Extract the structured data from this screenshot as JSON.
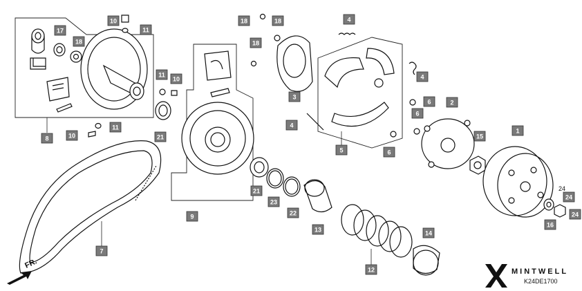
{
  "diagram": {
    "code": "K24DE1700",
    "direction": "FR.",
    "brand": {
      "name": "MINTWELL"
    },
    "stray_label": "24",
    "callouts": [
      {
        "id": "c10a",
        "label": "10"
      },
      {
        "id": "c11a",
        "label": "11"
      },
      {
        "id": "c17",
        "label": "17"
      },
      {
        "id": "c18a",
        "label": "18"
      },
      {
        "id": "c8",
        "label": "8"
      },
      {
        "id": "c10b",
        "label": "10"
      },
      {
        "id": "c11b",
        "label": "11"
      },
      {
        "id": "c11c",
        "label": "11"
      },
      {
        "id": "c10c",
        "label": "10"
      },
      {
        "id": "c21a",
        "label": "21"
      },
      {
        "id": "c7",
        "label": "7"
      },
      {
        "id": "c9",
        "label": "9"
      },
      {
        "id": "c18b",
        "label": "18"
      },
      {
        "id": "c18c",
        "label": "18"
      },
      {
        "id": "c18d",
        "label": "18"
      },
      {
        "id": "c3",
        "label": "3"
      },
      {
        "id": "c4a",
        "label": "4"
      },
      {
        "id": "c4b",
        "label": "4"
      },
      {
        "id": "c4c",
        "label": "4"
      },
      {
        "id": "c5",
        "label": "5"
      },
      {
        "id": "c6a",
        "label": "6"
      },
      {
        "id": "c6b",
        "label": "6"
      },
      {
        "id": "c6c",
        "label": "6"
      },
      {
        "id": "c2",
        "label": "2"
      },
      {
        "id": "c15",
        "label": "15"
      },
      {
        "id": "c1",
        "label": "1"
      },
      {
        "id": "c21b",
        "label": "21"
      },
      {
        "id": "c23",
        "label": "23"
      },
      {
        "id": "c22",
        "label": "22"
      },
      {
        "id": "c13",
        "label": "13"
      },
      {
        "id": "c12",
        "label": "12"
      },
      {
        "id": "c14",
        "label": "14"
      },
      {
        "id": "c24a",
        "label": "24"
      },
      {
        "id": "c24b",
        "label": "24"
      },
      {
        "id": "c16",
        "label": "16"
      }
    ]
  }
}
